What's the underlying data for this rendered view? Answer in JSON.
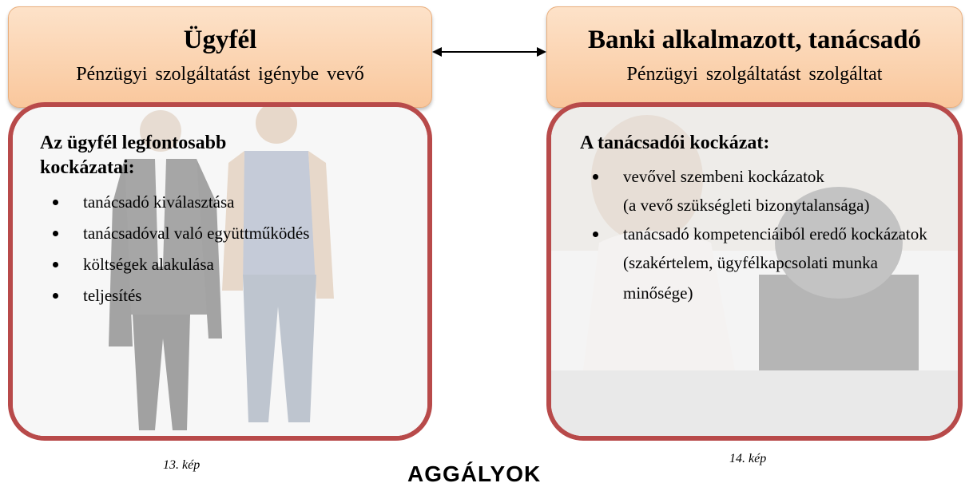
{
  "client": {
    "title": "Ügyfél",
    "subtitle": "Pénzügyi szolgáltatást igénybe vevő",
    "risk_heading": "Az ügyfél legfontosabb kockázatai:",
    "risks": [
      "tanácsadó kiválasztása",
      "tanácsadóval való együttműködés",
      "költségek alakulása",
      "teljesítés"
    ],
    "caption": "13. kép"
  },
  "advisor": {
    "title": "Banki alkalmazott, tanácsadó",
    "subtitle": "Pénzügyi szolgáltatást szolgáltat",
    "risk_heading": "A tanácsadói kockázat:",
    "risks": [
      {
        "main": "vevővel szembeni kockázatok",
        "detail": "(a vevő szükségleti bizonytalansága)"
      },
      {
        "main": "tanácsadó kompetenciáiból eredő kockázatok",
        "detail": "(szakértelem, ügyfélkapcsolati munka minősége)"
      }
    ],
    "caption": "14. kép"
  },
  "footer": {
    "title": "AGGÁLYOK"
  },
  "colors": {
    "header_fill": "#f9c79c",
    "panel_border": "#b84a4a"
  },
  "icons": [
    "double-arrow-icon",
    "bullet-icon"
  ]
}
